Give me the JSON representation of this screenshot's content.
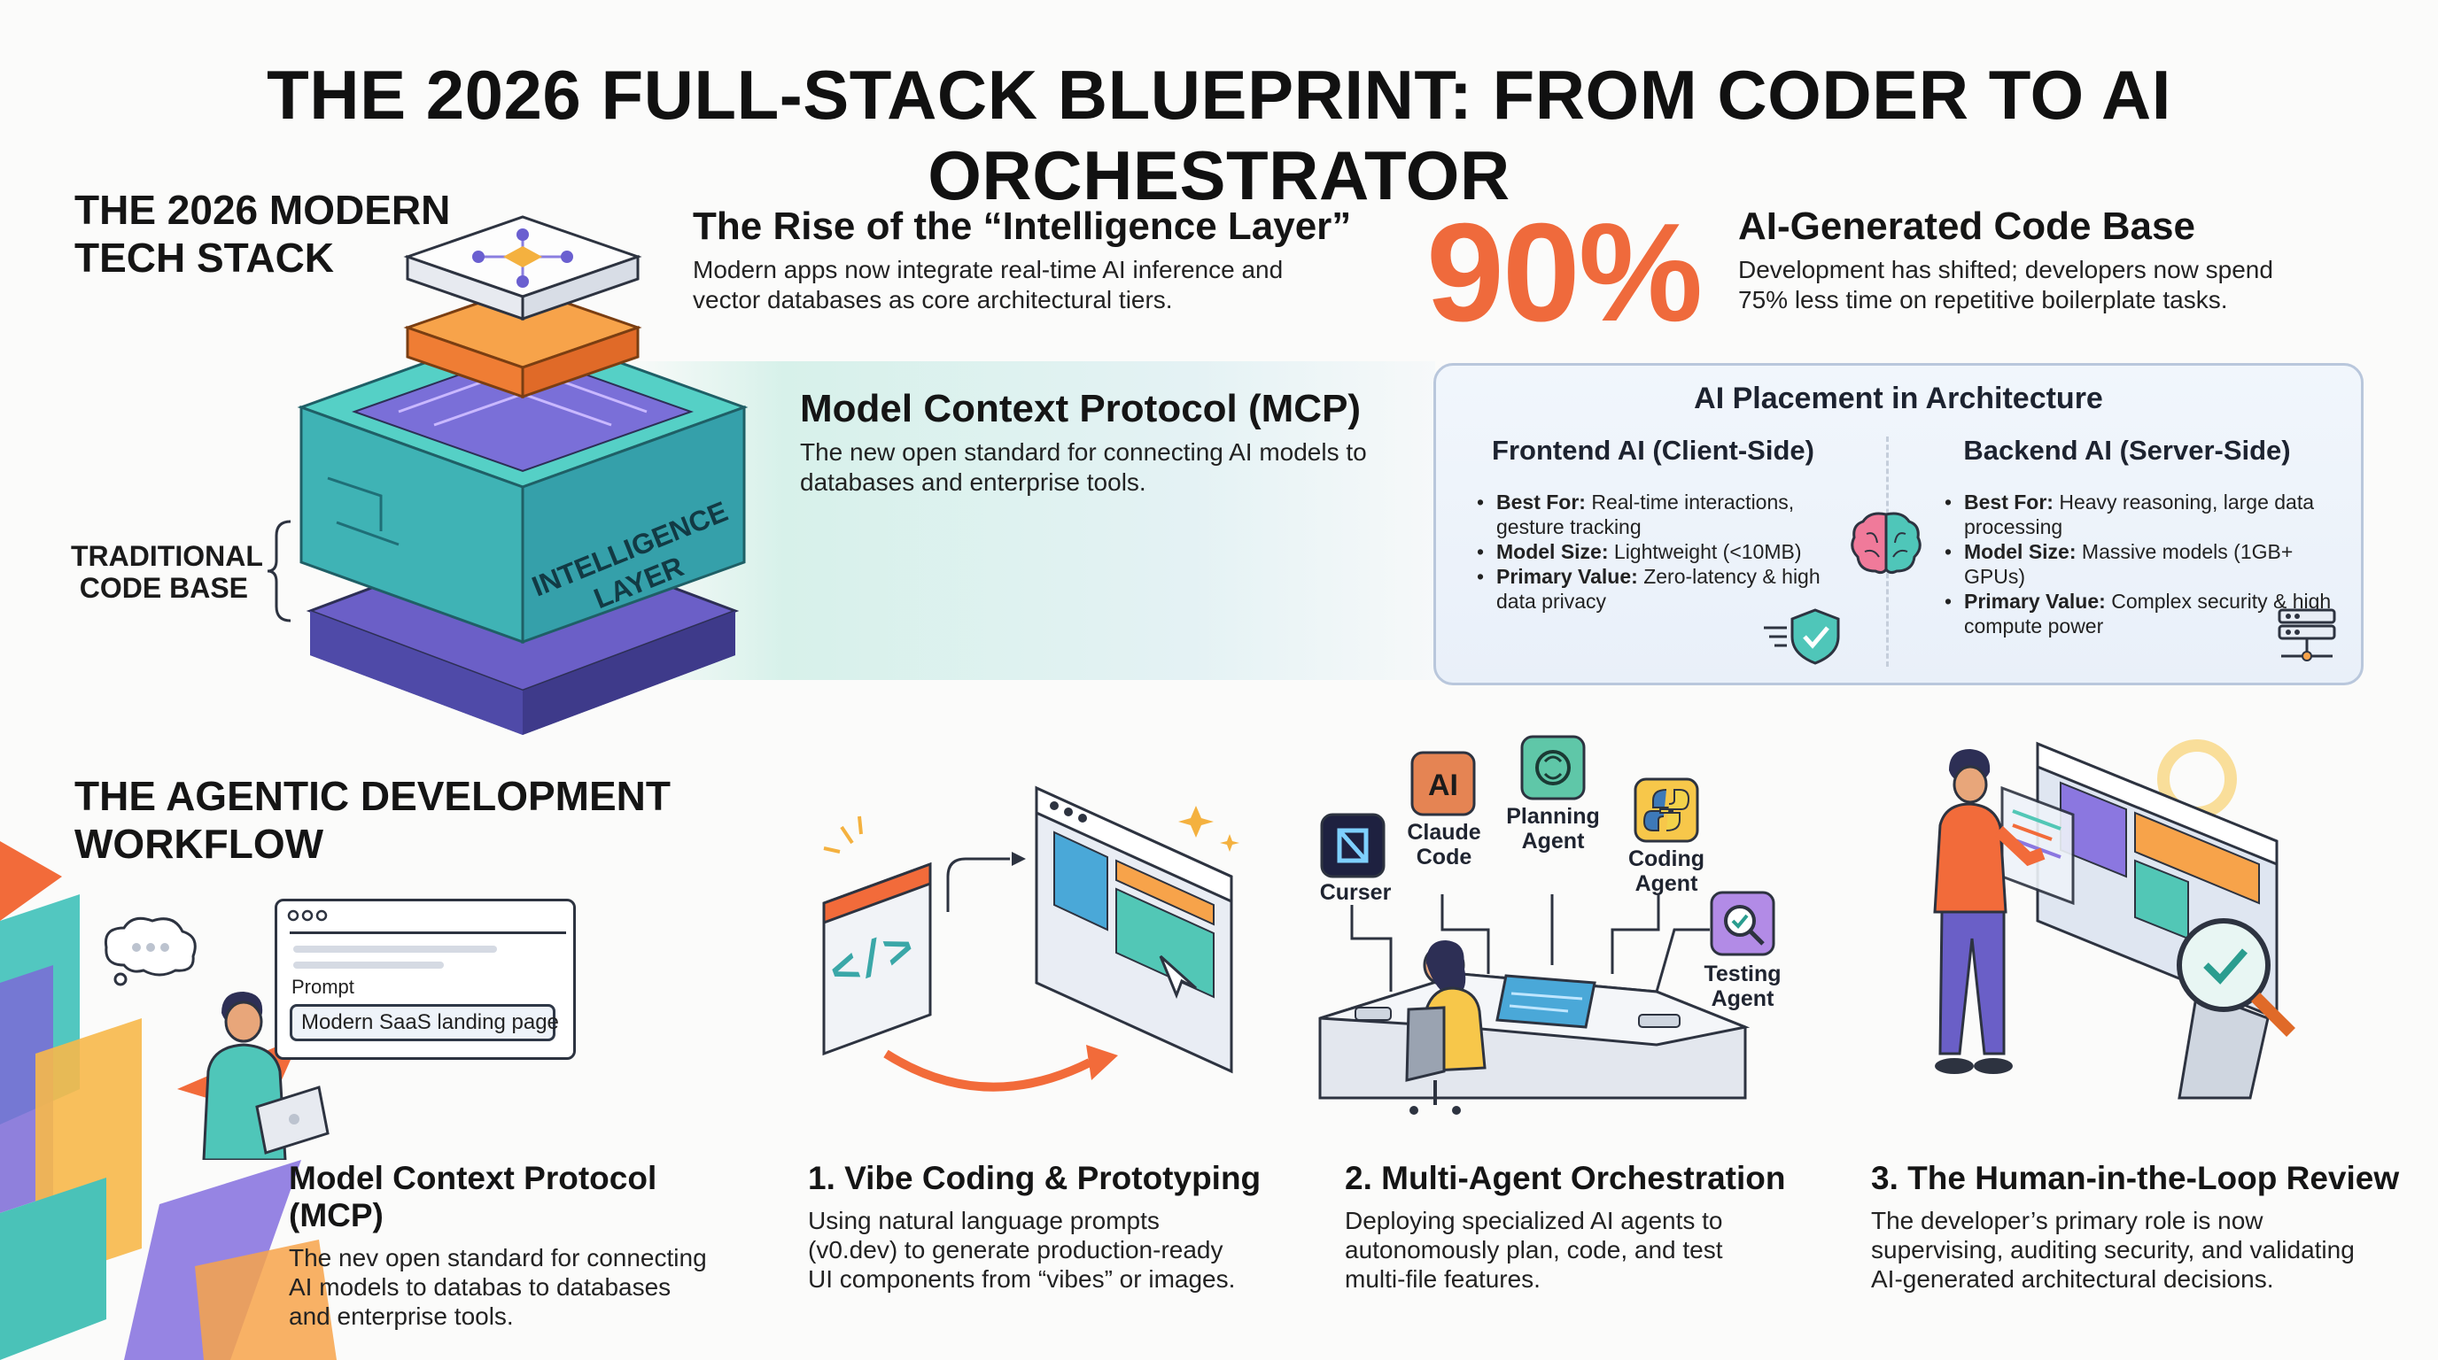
{
  "title": "THE 2026 FULL-STACK BLUEPRINT: FROM CODER TO AI ORCHESTRATOR",
  "tech_stack": {
    "heading_line1": "THE 2026 MODERN",
    "heading_line2": "TECH STACK",
    "traditional_line1": "TRADITIONAL",
    "traditional_line2": "CODE BASE",
    "layer_label_line1": "INTELLIGENCE",
    "layer_label_line2": "LAYER"
  },
  "intelligence_layer": {
    "title": "The Rise of the “Intelligence Layer”",
    "line1": "Modern apps now integrate real-time AI inference and",
    "line2": "vector databases as core architectural tiers."
  },
  "ai_code_base": {
    "stat": "90%",
    "title": "AI-Generated Code Base",
    "line1": "Development has shifted; developers now spend",
    "line2": "75% less time on repetitive boilerplate tasks.",
    "accent_color": "#ef6a3c"
  },
  "mcp": {
    "title": "Model Context Protocol (MCP)",
    "line1": "The new open standard for connecting AI models to",
    "line2": "databases and enterprise tools."
  },
  "architecture": {
    "title": "AI Placement in Architecture",
    "frontend": {
      "heading": "Frontend AI (Client-Side)",
      "items": [
        {
          "label": "Best For:",
          "text": " Real-time interactions,",
          "cont": "gesture tracking"
        },
        {
          "label": "Model Size:",
          "text": " Lightweight (<10MB)",
          "cont": ""
        },
        {
          "label": "Primary Value:",
          "text": " Zero-latency & high",
          "cont": "data privacy"
        }
      ],
      "icon": "shield-check-icon"
    },
    "backend": {
      "heading": "Backend AI (Server-Side)",
      "items": [
        {
          "label": "Best For:",
          "text": " Heavy reasoning, large data",
          "cont": "processing"
        },
        {
          "label": "Model Size:",
          "text": " Massive models (1GB+ GPUs)",
          "cont": ""
        },
        {
          "label": "Primary Value:",
          "text": " Complex security & high",
          "cont": "compute power"
        }
      ],
      "icon": "server-rack-icon"
    },
    "center_icon": "brain-icon"
  },
  "workflow": {
    "heading_line1": "THE AGENTIC DEVELOPMENT",
    "heading_line2": "WORKFLOW",
    "prompt_label": "Prompt",
    "prompt_value": "Modern SaaS landing page",
    "steps": [
      {
        "title": "Model Context Protocol (MCP)",
        "line1": "The nev open standard for connecting",
        "line2": "AI models to databas to databases",
        "line3": "and enterprise tools."
      },
      {
        "title": "1. Vibe Coding & Prototyping",
        "line1": "Using natural language prompts",
        "line2": "(v0.dev) to generate production-ready",
        "line3": "UI components from “vibes” or images."
      },
      {
        "title": "2. Multi-Agent Orchestration",
        "line1": "Deploying specialized AI agents to",
        "line2": "autonomously plan, code, and test",
        "line3": "multi-file features."
      },
      {
        "title": "3. The Human-in-the-Loop Review",
        "line1": "The developer’s primary role is now",
        "line2": "supervising, auditing security, and validating",
        "line3": "AI-generated architectural decisions."
      }
    ],
    "agents": {
      "curser": "Curser",
      "claude_line1": "Claude",
      "claude_line2": "Code",
      "planning_line1": "Planning",
      "planning_line2": "Agent",
      "coding_line1": "Coding",
      "coding_line2": "Agent",
      "testing_line1": "Testing",
      "testing_line2": "Agent"
    }
  }
}
